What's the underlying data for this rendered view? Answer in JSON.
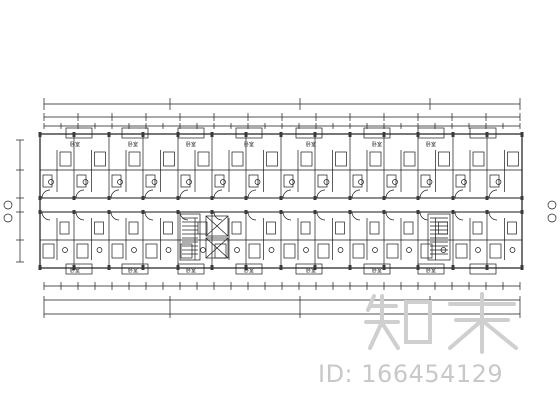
{
  "drawing": {
    "colors": {
      "ink": "#1a1a1a",
      "fill": "#3a3a3a",
      "watermark": "#cfcfcf",
      "background": "#ffffff"
    },
    "room_label": "卧室",
    "room_label_count": 14
  },
  "watermark": {
    "brand": "知末",
    "id_text": "ID: 166454129"
  }
}
